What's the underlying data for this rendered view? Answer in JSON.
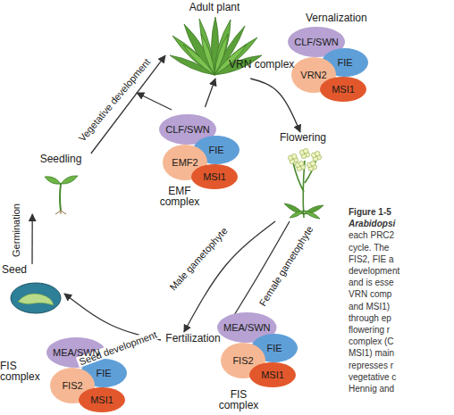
{
  "diagram": {
    "nodes": [
      {
        "text": [
          "Adult plant"
        ]
      },
      {
        "text": [
          "Vernalization",
          "VRN complex"
        ]
      },
      {
        "text": [
          "CLF/SWN"
        ],
        "in": 1
      },
      {
        "text": [
          "FIE"
        ],
        "in": 1
      },
      {
        "text": [
          "VRN2"
        ],
        "in": 1
      },
      {
        "text": [
          "MSI1"
        ],
        "in": 1
      },
      {
        "text": [
          "Seedling"
        ]
      },
      {
        "text": [
          "EMF complex"
        ]
      },
      {
        "text": [
          "CLF/SWN"
        ],
        "in": 7
      },
      {
        "text": [
          "FIE"
        ],
        "in": 7
      },
      {
        "text": [
          "EMF2"
        ],
        "in": 7
      },
      {
        "text": [
          "MSI1"
        ],
        "in": 7
      },
      {
        "text": [
          "Flowering"
        ]
      },
      {
        "text": [
          "Seed"
        ]
      },
      {
        "text": [
          "Fertilization"
        ]
      },
      {
        "text": [
          "FIS complex"
        ]
      },
      {
        "text": [
          "MEA/SWN"
        ],
        "in": 15
      },
      {
        "text": [
          "FIE"
        ],
        "in": 15
      },
      {
        "text": [
          "FIS2"
        ],
        "in": 15
      },
      {
        "text": [
          "MSI1"
        ],
        "in": 15
      },
      {
        "text": [
          "FIS complex"
        ]
      },
      {
        "text": [
          "MEA/SWN"
        ],
        "in": 20
      },
      {
        "text": [
          "FIE"
        ],
        "in": 20
      },
      {
        "text": [
          "FIS2"
        ],
        "in": 20
      },
      {
        "text": [
          "MSI1"
        ],
        "in": 20
      }
    ],
    "edges": [
      {
        "from": 6,
        "to": 0,
        "arrow": "to",
        "label": "Vegetative development"
      },
      {
        "from": 0,
        "to": 12,
        "arrow": "to"
      },
      {
        "from": 12,
        "to": 14,
        "arrow": "to",
        "label": "Male gametophyte"
      },
      {
        "from": 12,
        "to": 14,
        "arrow": "to",
        "label": "Female gametophyte"
      },
      {
        "from": 14,
        "to": 13,
        "arrow": "to",
        "label": "Seed development"
      },
      {
        "from": 13,
        "to": 6,
        "arrow": "to",
        "label": "Germination"
      },
      {
        "from": 7,
        "to": 0,
        "arrow": "to"
      }
    ],
    "labels": [
      "Figure 1-5",
      "Arabidopsi",
      "each PRC2",
      "cycle. The",
      "FIS2, FIE a",
      "development",
      "and is esse",
      "VRN comp",
      "and MSI1)",
      "through ep",
      "flowering r",
      "complex (C",
      "MSI1) main",
      "represses r",
      "vegetative c",
      "Hennig and"
    ]
  }
}
